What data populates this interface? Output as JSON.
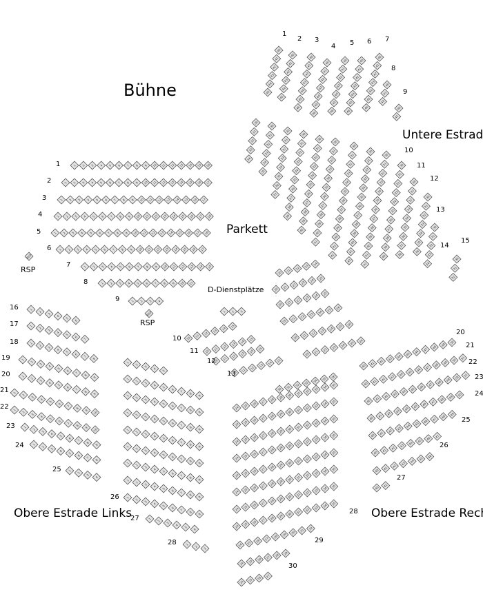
{
  "labels": {
    "stage": "Bühne",
    "parkett": "Parkett",
    "untere_estrade": "Untere Estrade",
    "obere_links": "Obere Estrade Links",
    "obere_rechts": "Obere Estrade Rechts",
    "dienst": "D-Dienstplätze",
    "rsp": "RSP"
  },
  "rows": {
    "untere_top": [
      "1",
      "2",
      "3",
      "4",
      "5",
      "6",
      "7",
      "8",
      "9"
    ],
    "untere_lower": [
      "10",
      "11",
      "12",
      "13",
      "14",
      "15"
    ],
    "parkett": [
      "1",
      "2",
      "3",
      "4",
      "5",
      "6",
      "7",
      "8",
      "9"
    ],
    "dienst": [
      "10",
      "11",
      "12",
      "13"
    ],
    "links": [
      "16",
      "17",
      "18",
      "19",
      "20",
      "21",
      "22",
      "23",
      "24",
      "25",
      "26",
      "27",
      "28"
    ],
    "rechts": [
      "20",
      "21",
      "22",
      "23",
      "24",
      "25",
      "26",
      "27"
    ],
    "mitte": [
      "28",
      "29",
      "30"
    ]
  },
  "colors": {
    "seat_fill": "#e4e4e4",
    "seat_stroke": "#555555",
    "seat_text": "#333333"
  }
}
